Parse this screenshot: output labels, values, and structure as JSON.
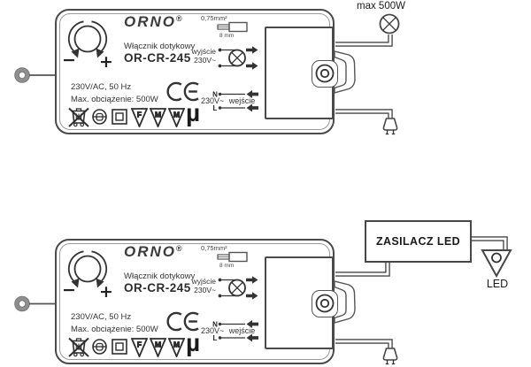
{
  "colors": {
    "line": "#474747",
    "text": "#222222",
    "brand": "#3b3b3b"
  },
  "device": {
    "brand": "ORNO",
    "registered": "®",
    "subtitle": "Włącznik dotykowy",
    "model": "OR-CR-245",
    "spec_line1": "230V/AC, 50 Hz",
    "spec_line2": "Max. obciążenie: 500W",
    "wire_gauge": "0,75mm²",
    "strip_length": "8 mm",
    "output_label_line1": "wyjście",
    "output_label_line2": "230V~",
    "input_n": "N",
    "input_l": "L",
    "input_label": "230V~ wejście",
    "dial_minus": "−",
    "dial_plus": "+",
    "triangle_marks": [
      "F",
      "M",
      "M"
    ],
    "mu_mark": "µ"
  },
  "top_diagram": {
    "lamp_max_load": "max 500W"
  },
  "bottom_diagram": {
    "psu_label": "ZASILACZ LED",
    "led_label": "LED"
  }
}
